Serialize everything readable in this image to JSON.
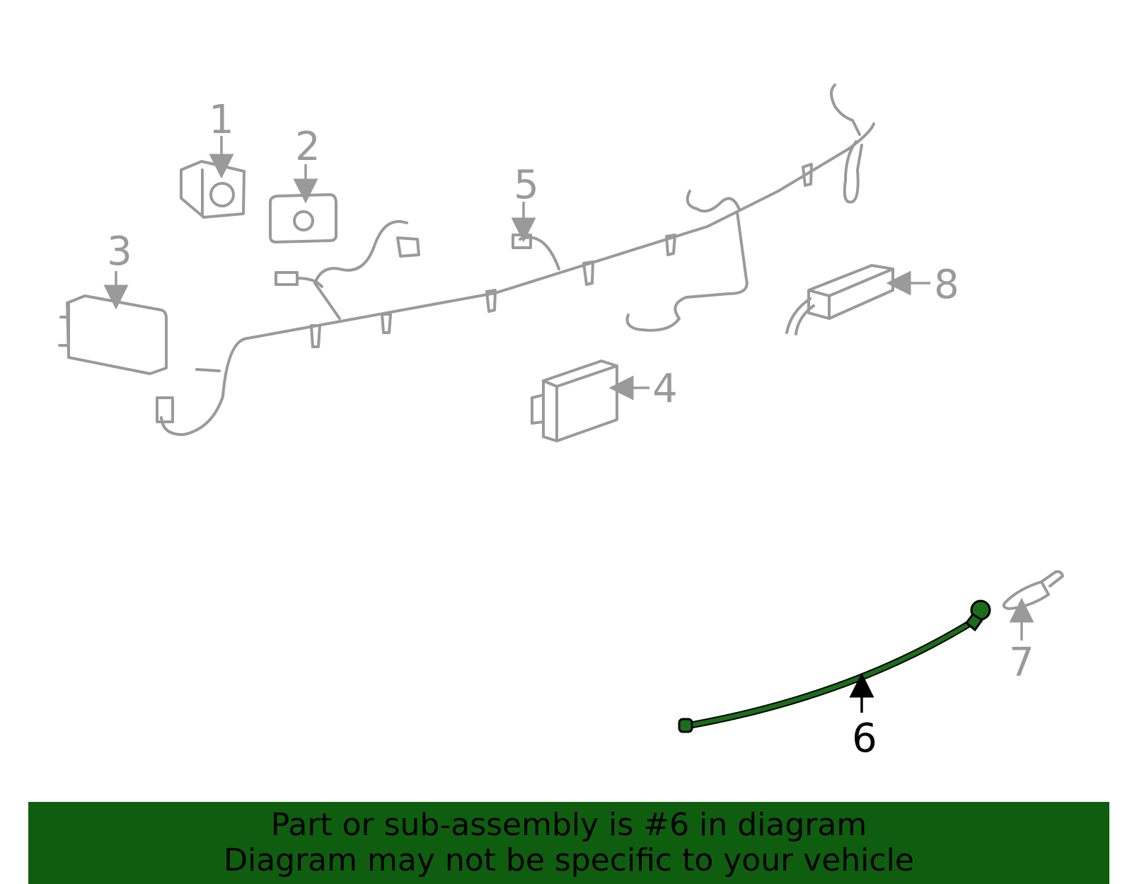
{
  "diagram": {
    "callouts": [
      {
        "id": "1",
        "label": "1"
      },
      {
        "id": "2",
        "label": "2"
      },
      {
        "id": "3",
        "label": "3"
      },
      {
        "id": "4",
        "label": "4"
      },
      {
        "id": "5",
        "label": "5"
      },
      {
        "id": "6",
        "label": "6"
      },
      {
        "id": "7",
        "label": "7"
      },
      {
        "id": "8",
        "label": "8"
      }
    ],
    "highlighted_part": "6",
    "colors": {
      "highlight": "#0f5e0f",
      "outline": "#9a9a9a",
      "banner": "#0f5e0f"
    }
  },
  "banner": {
    "line1": "Part or sub-assembly is #6 in diagram",
    "line2": "Diagram may not be specific to your vehicle"
  }
}
